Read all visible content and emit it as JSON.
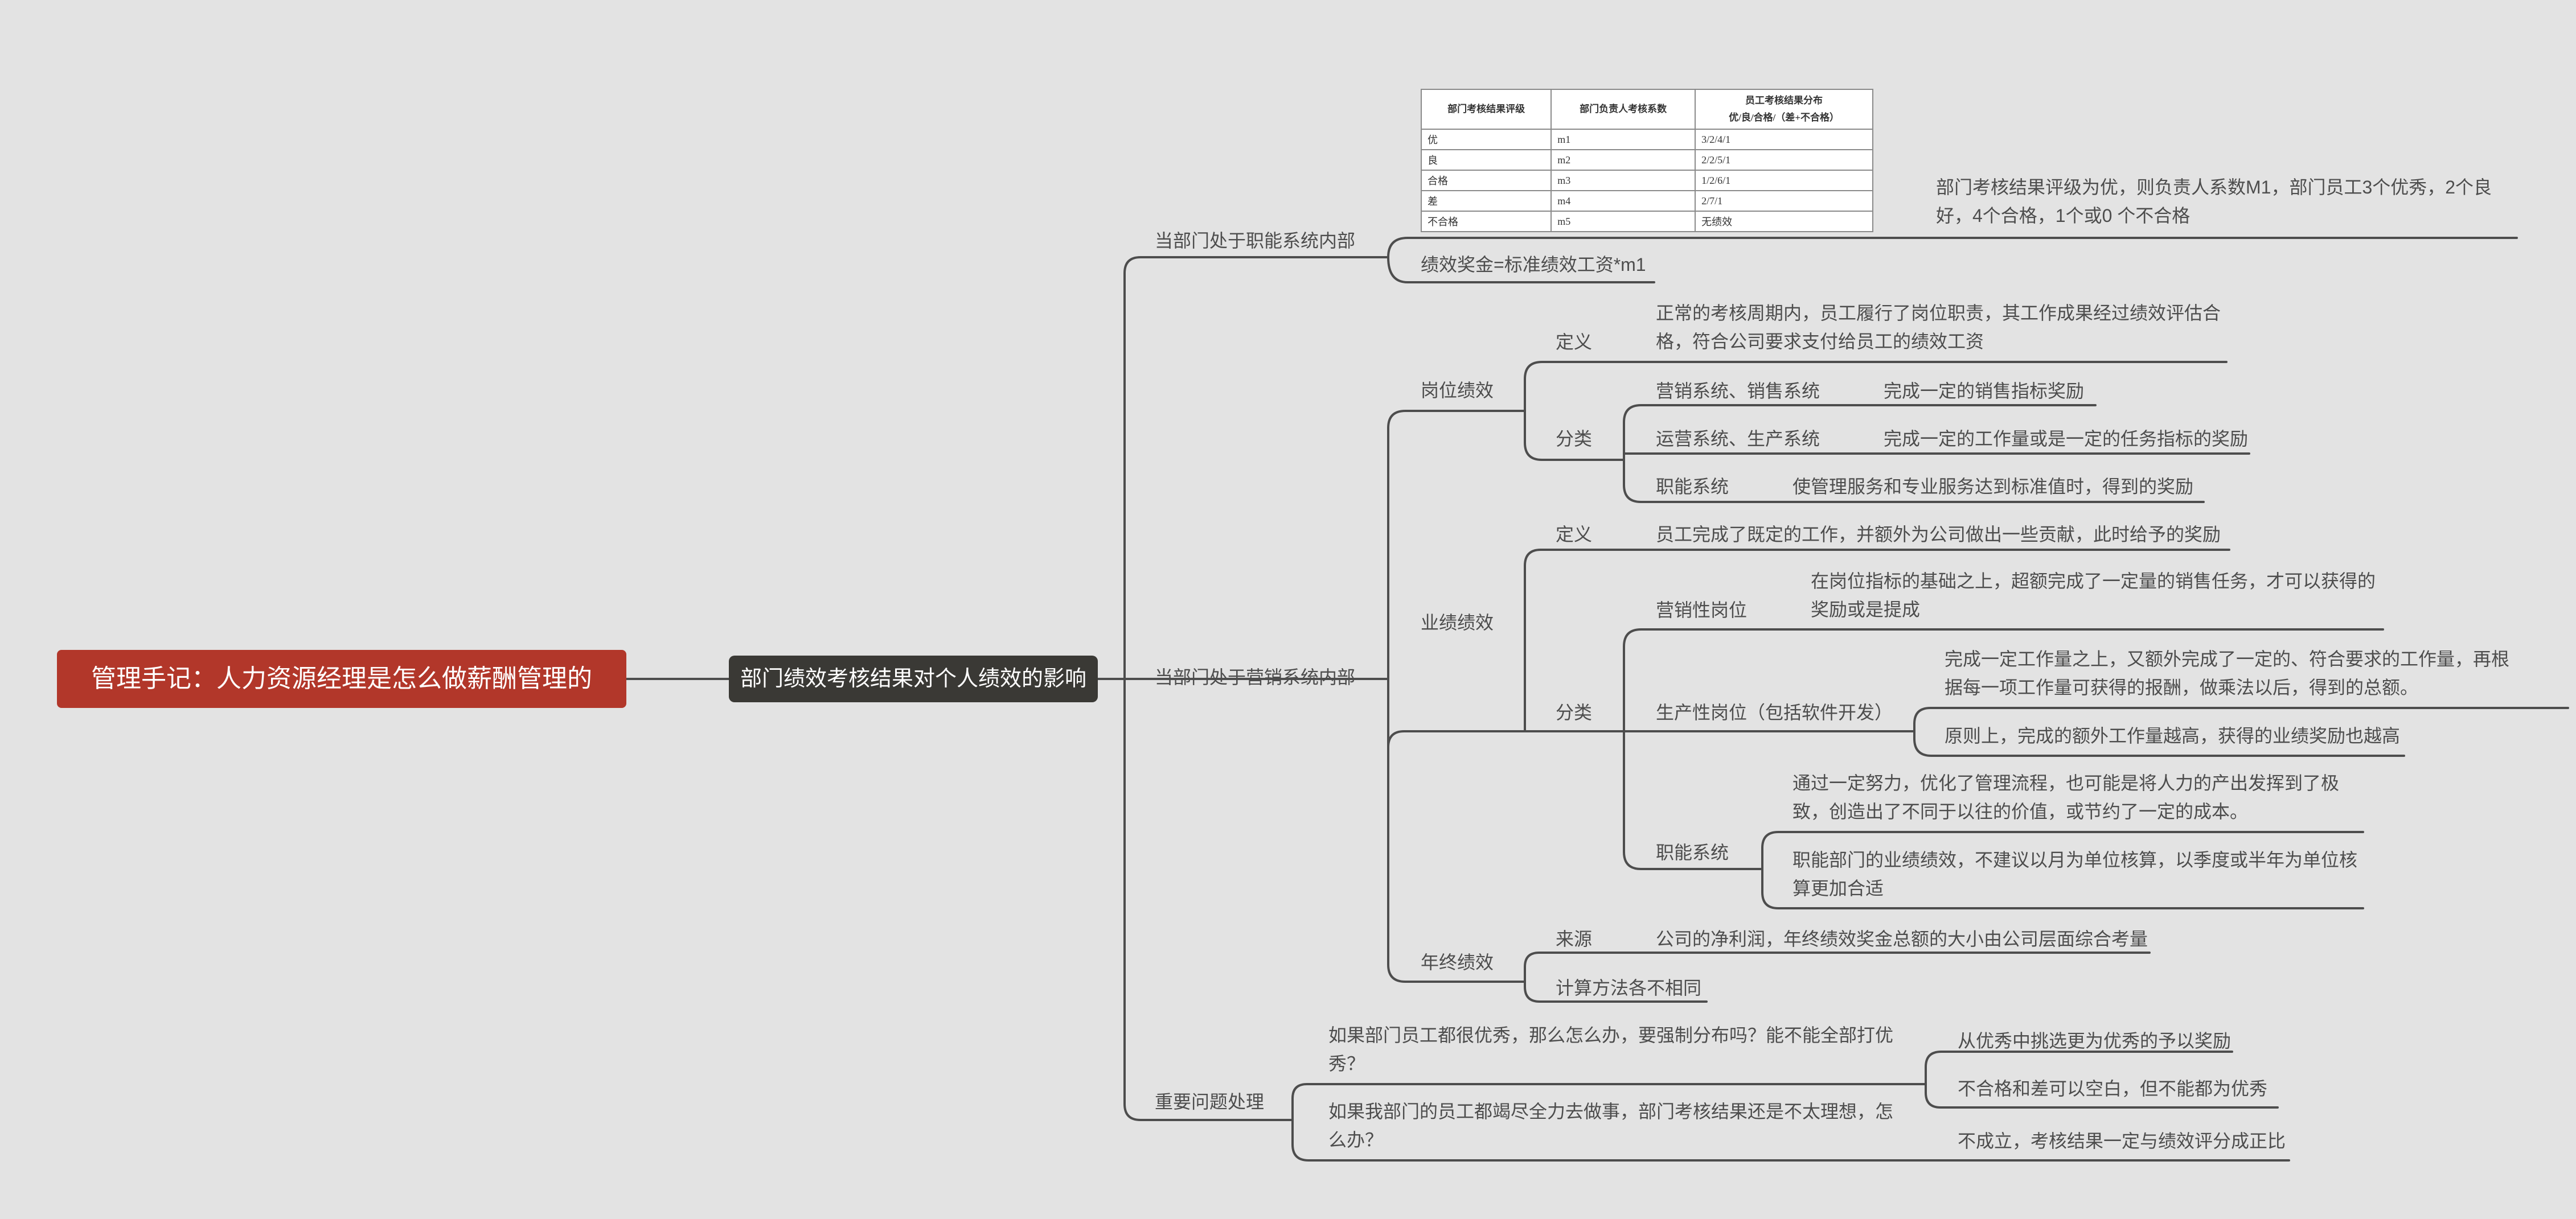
{
  "root": "管理手记：人力资源经理是怎么做薪酬管理的",
  "main": "部门绩效考核结果对个人绩效的影响",
  "b1": {
    "label": "当部门处于职能系统内部",
    "table": {
      "headers": [
        "部门考核结果评级",
        "部门负责人考核系数",
        "员工考核结果分布"
      ],
      "header_sub": "优/良/合格/（差+不合格）",
      "rows": [
        [
          "优",
          "m1",
          "3/2/4/1"
        ],
        [
          "良",
          "m2",
          "2/2/5/1"
        ],
        [
          "合格",
          "m3",
          "1/2/6/1"
        ],
        [
          "差",
          "m4",
          "2/7/1"
        ],
        [
          "不合格",
          "m5",
          "无绩效"
        ]
      ]
    },
    "note": "部门考核结果评级为优，则负责人系数M1，部门员工3个优秀，2个良好，4个合格，1个或0 个不合格",
    "bonus": "绩效奖金=标准绩效工资*m1"
  },
  "b2": {
    "label": "当部门处于营销系统内部",
    "post": {
      "label": "岗位绩效",
      "def_label": "定义",
      "def": "正常的考核周期内，员工履行了岗位职责，其工作成果经过绩效评估合格，符合公司要求支付给员工的绩效工资",
      "cat_label": "分类",
      "c1": "营销系统、销售系统",
      "c1v": "完成一定的销售指标奖励",
      "c2": "运营系统、生产系统",
      "c2v": "完成一定的工作量或是一定的任务指标的奖励",
      "c3": "职能系统",
      "c3v": "使管理服务和专业服务达到标准值时，得到的奖励"
    },
    "perf": {
      "label": "业绩绩效",
      "def_label": "定义",
      "def": "员工完成了既定的工作，并额外为公司做出一些贡献，此时给予的奖励",
      "cat_label": "分类",
      "s1": "营销性岗位",
      "s1v": "在岗位指标的基础之上，超额完成了一定量的销售任务，才可以获得的奖励或是提成",
      "s2": "生产性岗位（包括软件开发）",
      "s2v1": "完成一定工作量之上，又额外完成了一定的、符合要求的工作量，再根据每一项工作量可获得的报酬，做乘法以后，得到的总额。",
      "s2v2": "原则上，完成的额外工作量越高，获得的业绩奖励也越高",
      "s3": "职能系统",
      "s3v1": "通过一定努力，优化了管理流程，也可能是将人力的产出发挥到了极致，创造出了不同于以往的价值，或节约了一定的成本。",
      "s3v2": "职能部门的业绩绩效，不建议以月为单位核算，以季度或半年为单位核算更加合适"
    },
    "year": {
      "label": "年终绩效",
      "src_label": "来源",
      "src": "公司的净利润，年终绩效奖金总额的大小由公司层面综合考量",
      "calc": "计算方法各不相同"
    }
  },
  "b3": {
    "label": "重要问题处理",
    "q1": "如果部门员工都很优秀，那么怎么办，要强制分布吗？能不能全部打优秀？",
    "q1a1": "从优秀中挑选更为优秀的予以奖励",
    "q1a2": "不合格和差可以空白，但不能都为优秀",
    "q2": "如果我部门的员工都竭尽全力去做事，部门考核结果还是不太理想，怎么办？",
    "q2a": "不成立，考核结果一定与绩效评分成正比"
  },
  "colors": {
    "background": "#e3e3e3",
    "root": "#b2372a",
    "main": "#3a3935",
    "line": "#4d4d4d"
  }
}
